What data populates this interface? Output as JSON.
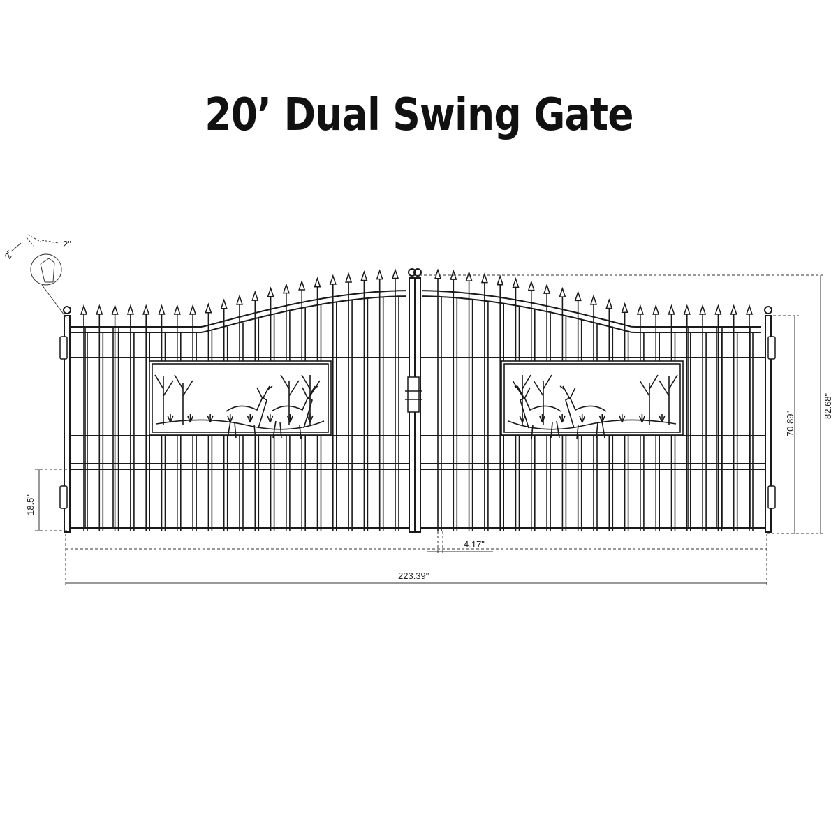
{
  "title": "20’ Dual Swing Gate",
  "dimensions": {
    "post_width": "2\"",
    "post_depth": "2\"",
    "total_height": "82.68\"",
    "side_height": "70.89\"",
    "bottom_rail_height": "18.5\"",
    "picket_spacing": "4.17\"",
    "overall_width": "223.39\""
  },
  "panel_motif": "deer-and-trees-scene",
  "line_color": "#1a1a1a"
}
